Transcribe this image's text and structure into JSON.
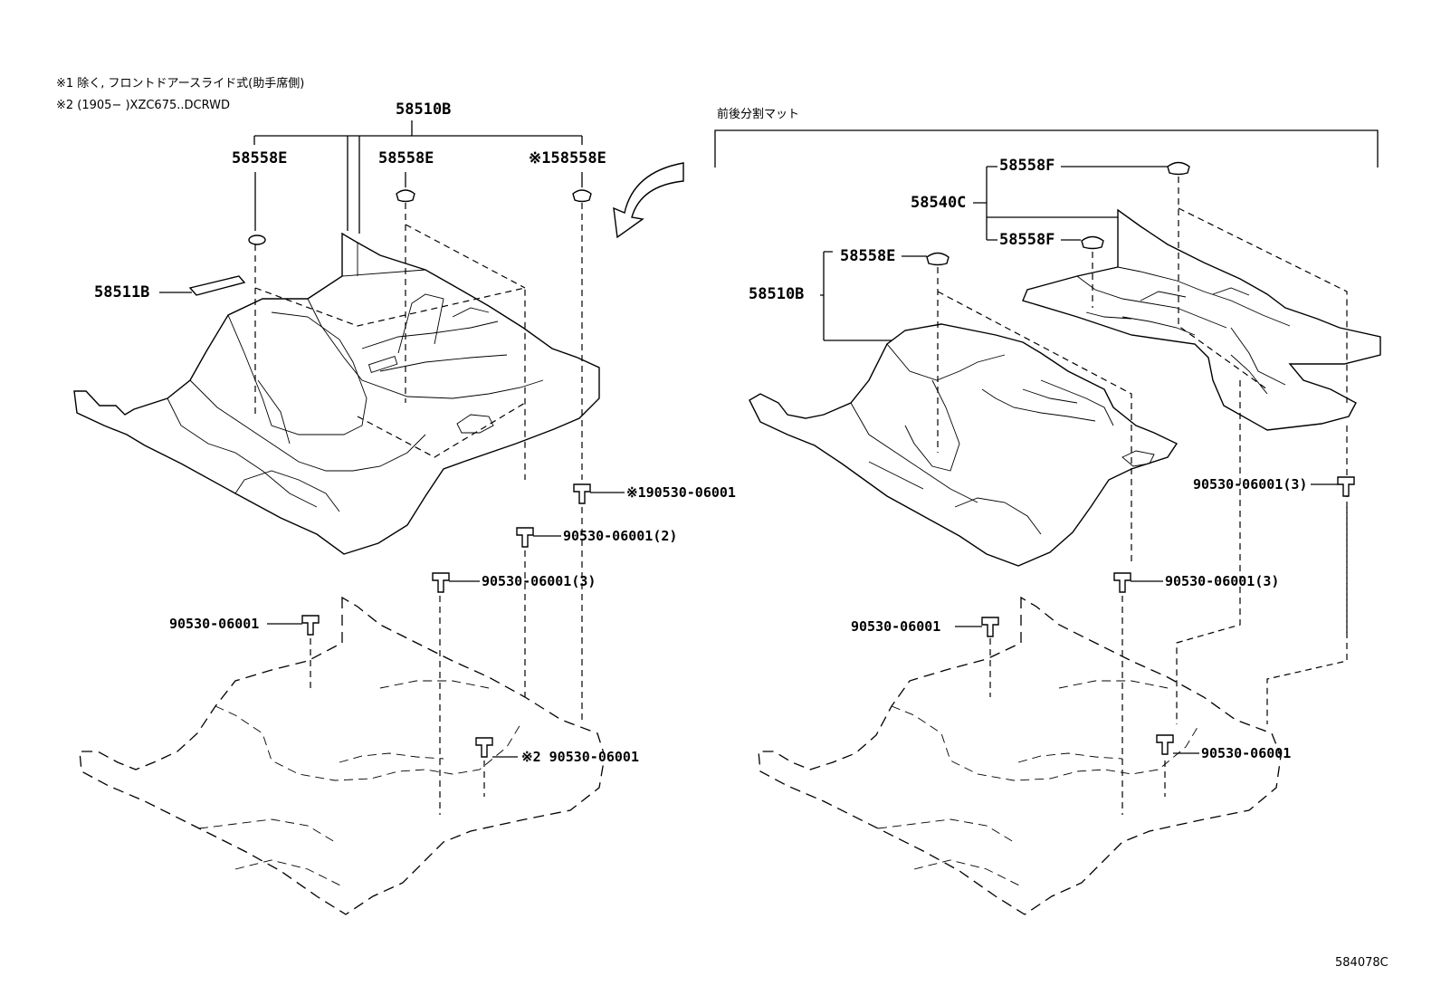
{
  "notes": {
    "note1": "※1 除く, フロントドアースライド式(助手席側)",
    "note2": "※2 (1905−   )XZC675..DCRWD",
    "split_mat": "前後分割マット",
    "figure_id": "584078C"
  },
  "left": {
    "mat_assy": "58510B",
    "plug_a": "58558E",
    "plug_b": "58558E",
    "plug_c": "※158558E",
    "pad": "58511B",
    "clip_1": "※190530-06001",
    "clip_2": "90530-06001(2)",
    "clip_3": "90530-06001(3)",
    "clip_4": "90530-06001",
    "clip_5": "※2 90530-06001"
  },
  "right": {
    "rear_mat": "58540C",
    "plug_f1": "58558F",
    "plug_f2": "58558F",
    "plug_e": "58558E",
    "front_mat": "58510B",
    "clip_r1": "90530-06001(3)",
    "clip_r2": "90530-06001(3)",
    "clip_r3": "90530-06001",
    "clip_r4": "90530-06001"
  }
}
